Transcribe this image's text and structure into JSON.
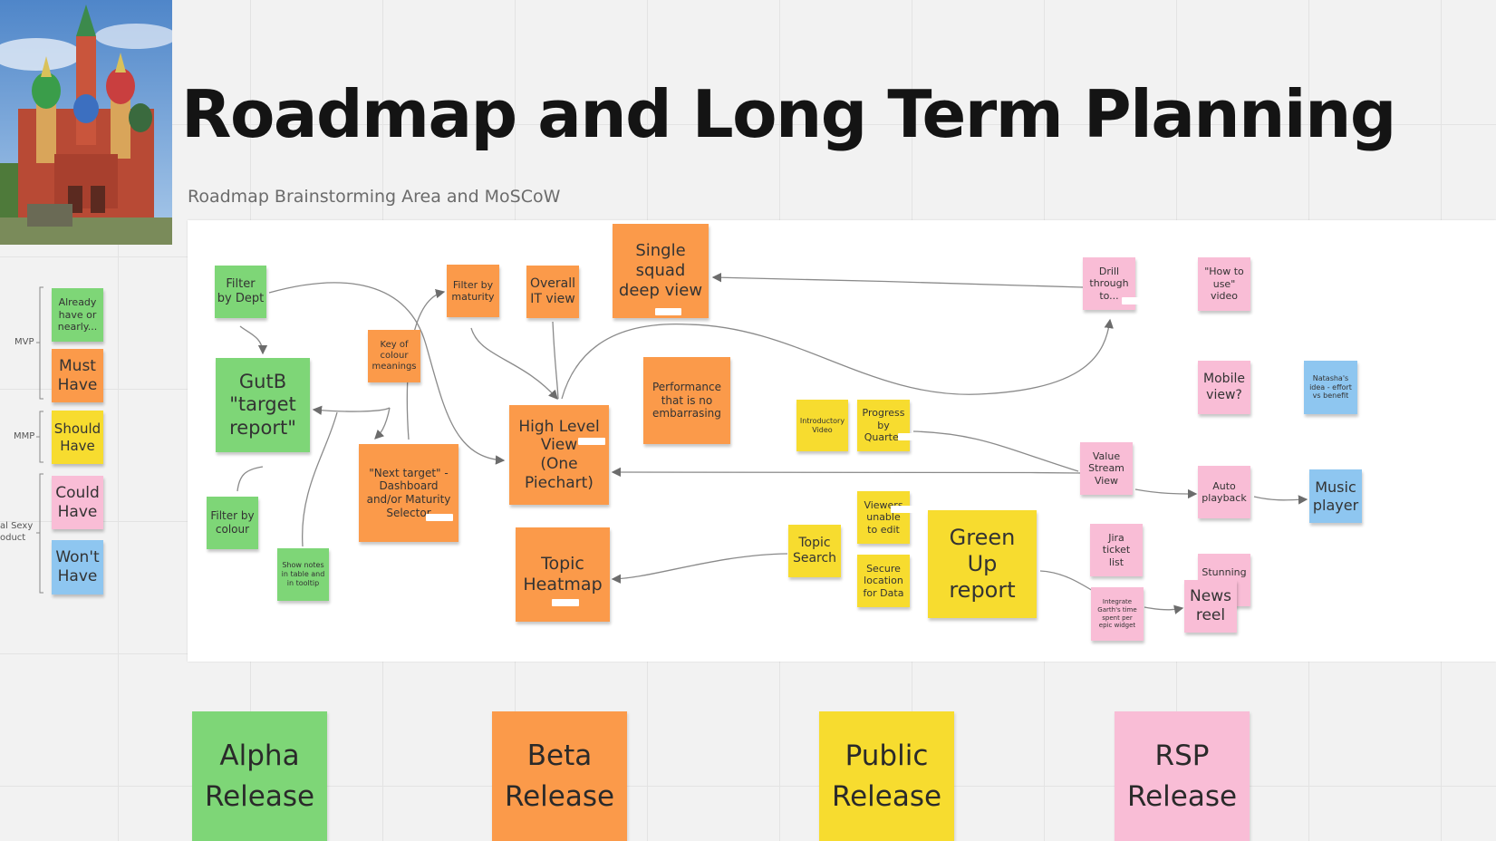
{
  "header": {
    "title": "Roadmap and Long Term Planning",
    "subtitle": "Roadmap Brainstorming Area and MoSCoW"
  },
  "legend": {
    "mvp_label": "MVP",
    "mmp_label": "MMP",
    "msp_label": "al Sexy\noduct",
    "items": [
      {
        "text": "Already\nhave or\nnearly...",
        "color": "green"
      },
      {
        "text": "Must\nHave",
        "color": "orange"
      },
      {
        "text": "Should\nHave",
        "color": "yellow"
      },
      {
        "text": "Could\nHave",
        "color": "pink"
      },
      {
        "text": "Won't\nHave",
        "color": "blue"
      }
    ]
  },
  "notes": {
    "filter_dept": "Filter\nby Dept",
    "gutb": "GutB\n\"target\nreport\"",
    "filter_colour": "Filter by\ncolour",
    "show_notes": "Show notes\nin table and\nin tooltip",
    "key_colour": "Key of\ncolour\nmeanings",
    "filter_maturity": "Filter by\nmaturity",
    "overall_it": "Overall\nIT view",
    "single_squad": "Single\nsquad\ndeep view",
    "next_target": "\"Next target\" -\nDashboard\nand/or Maturity\nSelector",
    "high_level": "High Level\nView\n(One\nPiechart)",
    "performance": "Performance\nthat is no\nembarrasing",
    "topic_heatmap": "Topic\nHeatmap",
    "intro_video": "Introductory\nVideo",
    "progress_quarter": "Progress\nby\nQuarter",
    "viewers_unable": "Viewers\nunable\nto edit",
    "topic_search": "Topic\nSearch",
    "secure_location": "Secure\nlocation\nfor Data",
    "green_up": "Green\nUp\nreport",
    "drill_through": "Drill\nthrough\nto...",
    "value_stream": "Value\nStream\nView",
    "jira_ticket": "Jira\nticket\nlist",
    "integrate_garth": "Integrate\nGarth's time\nspent per\nepic widget",
    "how_to_video": "\"How to\nuse\"\nvideo",
    "mobile_view": "Mobile\nview?",
    "auto_playback": "Auto\nplayback",
    "stunning": "Stunning",
    "news_reel": "News\nreel",
    "natashas_idea": "Natasha's\nidea - effort\nvs benefit",
    "music_player": "Music\nplayer"
  },
  "releases": [
    "Alpha\nRelease",
    "Beta\nRelease",
    "Public\nRelease",
    "RSP\nRelease"
  ],
  "colors": {
    "green": "#7ed677",
    "orange": "#fb9a4a",
    "yellow": "#f7dc2f",
    "pink": "#f9bdd6",
    "blue": "#8ec6f0",
    "board": "#ffffff",
    "canvas": "#f2f2f2"
  },
  "photo": {
    "subject": "cathedral-photo"
  }
}
